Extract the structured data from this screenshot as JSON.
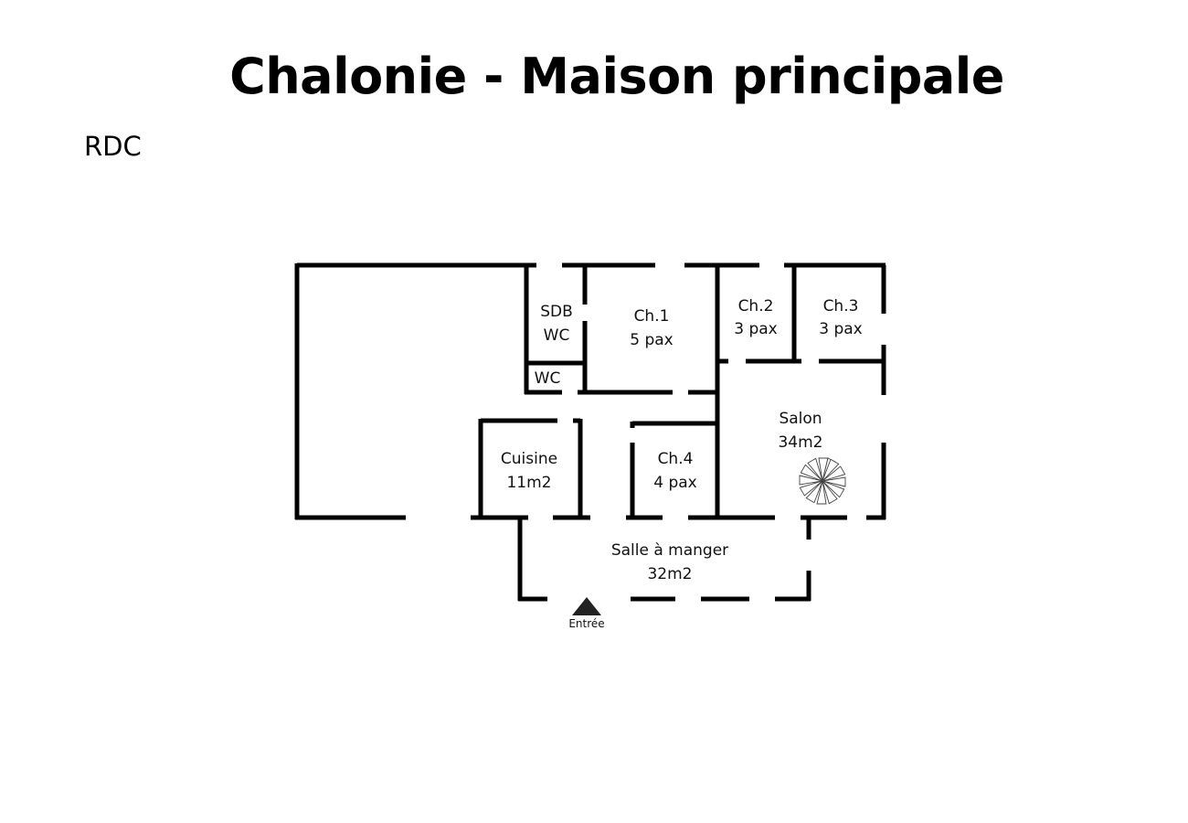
{
  "title": "Chalonie - Maison principale",
  "level": "RDC",
  "colors": {
    "wall": "#000000",
    "background": "#ffffff",
    "entry_marker": "#222222",
    "stair_stroke": "#444444"
  },
  "rooms": {
    "sdb": {
      "line1": "SDB",
      "line2": "WC"
    },
    "wc": {
      "line1": "WC"
    },
    "ch1": {
      "line1": "Ch.1",
      "line2": "5 pax"
    },
    "ch2": {
      "line1": "Ch.2",
      "line2": "3 pax"
    },
    "ch3": {
      "line1": "Ch.3",
      "line2": "3 pax"
    },
    "salon": {
      "line1": "Salon",
      "line2": "34m2"
    },
    "cuisine": {
      "line1": "Cuisine",
      "line2": "11m2"
    },
    "ch4": {
      "line1": "Ch.4",
      "line2": "4 pax"
    },
    "salle": {
      "line1": "Salle à manger",
      "line2": "32m2"
    }
  },
  "entry": {
    "label": "Entrée",
    "icon": "triangle-up-icon"
  },
  "stairs": {
    "icon": "spiral-staircase-icon"
  }
}
